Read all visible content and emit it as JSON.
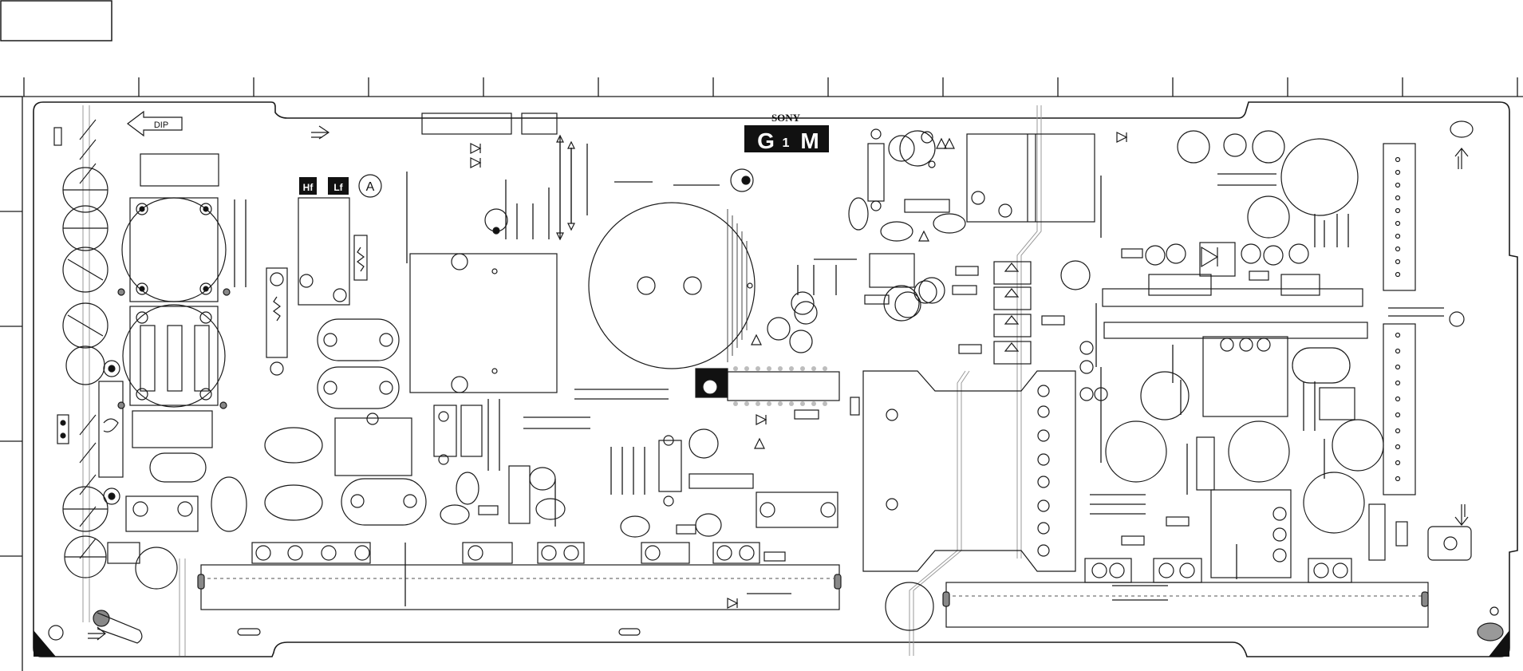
{
  "header": {
    "brand": "SONY",
    "board_prefix": "G",
    "board_digit": "1",
    "board_suffix": "M",
    "circle_label": "A",
    "dip_label": "DIP"
  },
  "colors": {
    "line": "#1a1a1a",
    "light_line": "#9a9a9a",
    "fill_dark": "#111111",
    "background": "#ffffff",
    "pad_fill": "#bdbdbd"
  }
}
